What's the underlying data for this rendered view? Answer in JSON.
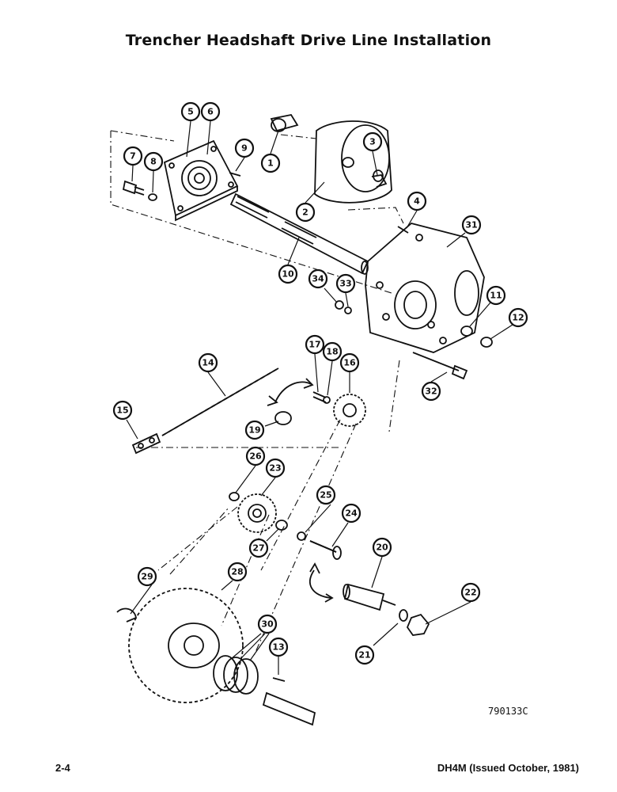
{
  "title": "Trencher Headshaft Drive Line Installation",
  "drawing_number": "790133C",
  "page_number": "2-4",
  "doc_reference": "DH4M (Issued October, 1981)",
  "callouts": [
    "1",
    "2",
    "3",
    "4",
    "5",
    "6",
    "7",
    "8",
    "9",
    "10",
    "11",
    "12",
    "13",
    "14",
    "15",
    "16",
    "17",
    "18",
    "19",
    "20",
    "21",
    "22",
    "23",
    "24",
    "25",
    "26",
    "27",
    "28",
    "29",
    "30",
    "31",
    "32",
    "33",
    "34"
  ]
}
